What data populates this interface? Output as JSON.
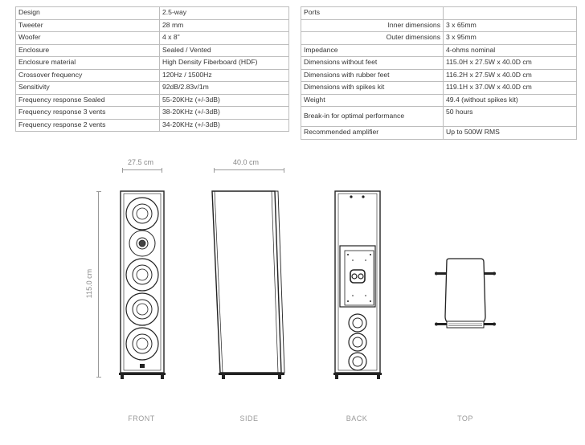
{
  "specs_left": [
    {
      "label": "Design",
      "value": "2.5-way"
    },
    {
      "label": "Tweeter",
      "value": "28 mm"
    },
    {
      "label": "Woofer",
      "value": "4 x 8\""
    },
    {
      "label": "Enclosure",
      "value": "Sealed / Vented"
    },
    {
      "label": "Enclosure material",
      "value": "High Density Fiberboard (HDF)"
    },
    {
      "label": "Crossover frequency",
      "value": "120Hz / 1500Hz"
    },
    {
      "label": "Sensitivity",
      "value": "92dB/2.83v/1m"
    },
    {
      "label": "Frequency response Sealed",
      "value": "55-20KHz (+/-3dB)"
    },
    {
      "label": "Frequency response 3 vents",
      "value": "38-20KHz (+/-3dB)"
    },
    {
      "label": "Frequency response 2 vents",
      "value": "34-20KHz (+/-3dB)"
    }
  ],
  "specs_right": {
    "ports_label": "Ports",
    "inner_label": "Inner dimensions",
    "inner_value": "3 x 65mm",
    "outer_label": "Outer dimensions",
    "outer_value": "3 x 95mm",
    "rows": [
      {
        "label": "Impedance",
        "value": "4-ohms nominal"
      },
      {
        "label": "Dimensions without feet",
        "value": "115.0H x 27.5W x 40.0D cm"
      },
      {
        "label": "Dimensions with rubber feet",
        "value": "116.2H x 27.5W x 40.0D cm"
      },
      {
        "label": "Dimensions with spikes kit",
        "value": "119.1H x 37.0W x 40.0D cm"
      },
      {
        "label": "Weight",
        "value": "49.4 (without spikes kit)"
      }
    ],
    "breakin_label": "Break-in for optimal performance",
    "breakin_value": "50 hours",
    "amp_label": "Recommended amplifier",
    "amp_value": "Up to 500W RMS"
  },
  "drawings": {
    "width_dim": "27.5 cm",
    "depth_dim": "40.0 cm",
    "height_dim": "115.0 cm",
    "captions": {
      "front": "FRONT",
      "side": "SIDE",
      "back": "BACK",
      "top": "TOP"
    }
  }
}
